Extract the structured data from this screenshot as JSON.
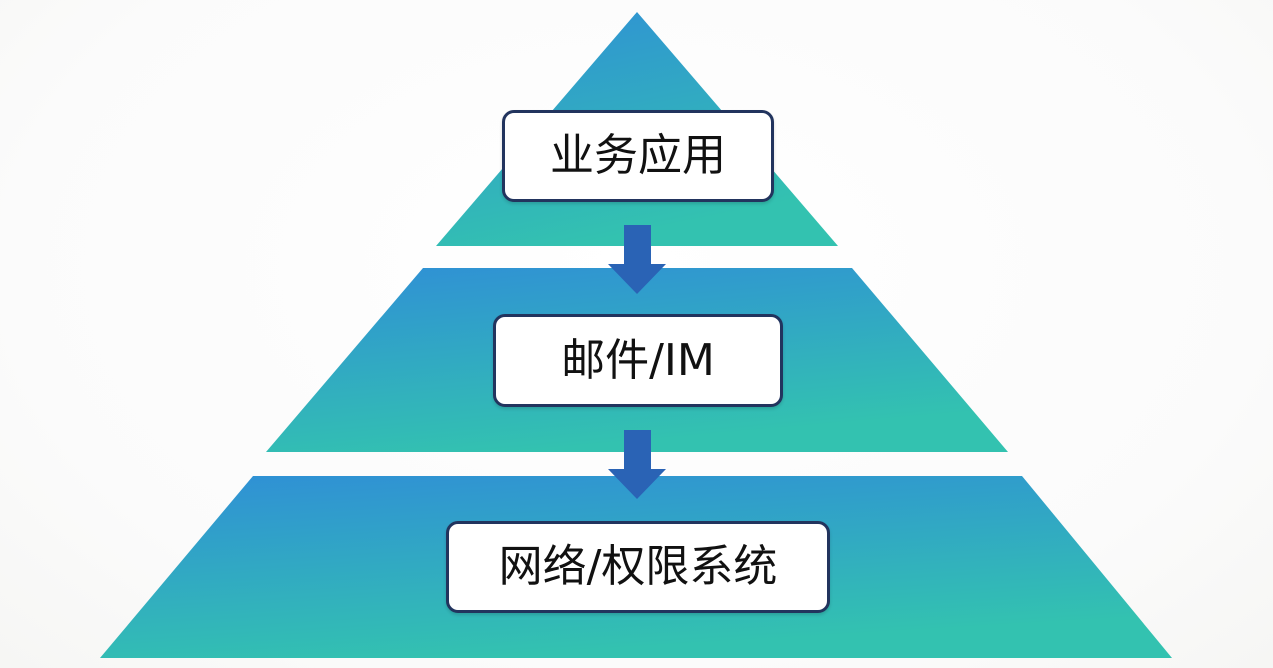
{
  "diagram": {
    "title": "",
    "layers": [
      {
        "label": "业务应用"
      },
      {
        "label": "邮件/IM"
      },
      {
        "label": "网络/权限系统"
      }
    ],
    "colors": {
      "tier_top": "#2f8fd6",
      "tier_bottom": "#33c2b0",
      "arrow": "#2a63b5",
      "box_border": "#22345e",
      "text": "#111111"
    }
  }
}
